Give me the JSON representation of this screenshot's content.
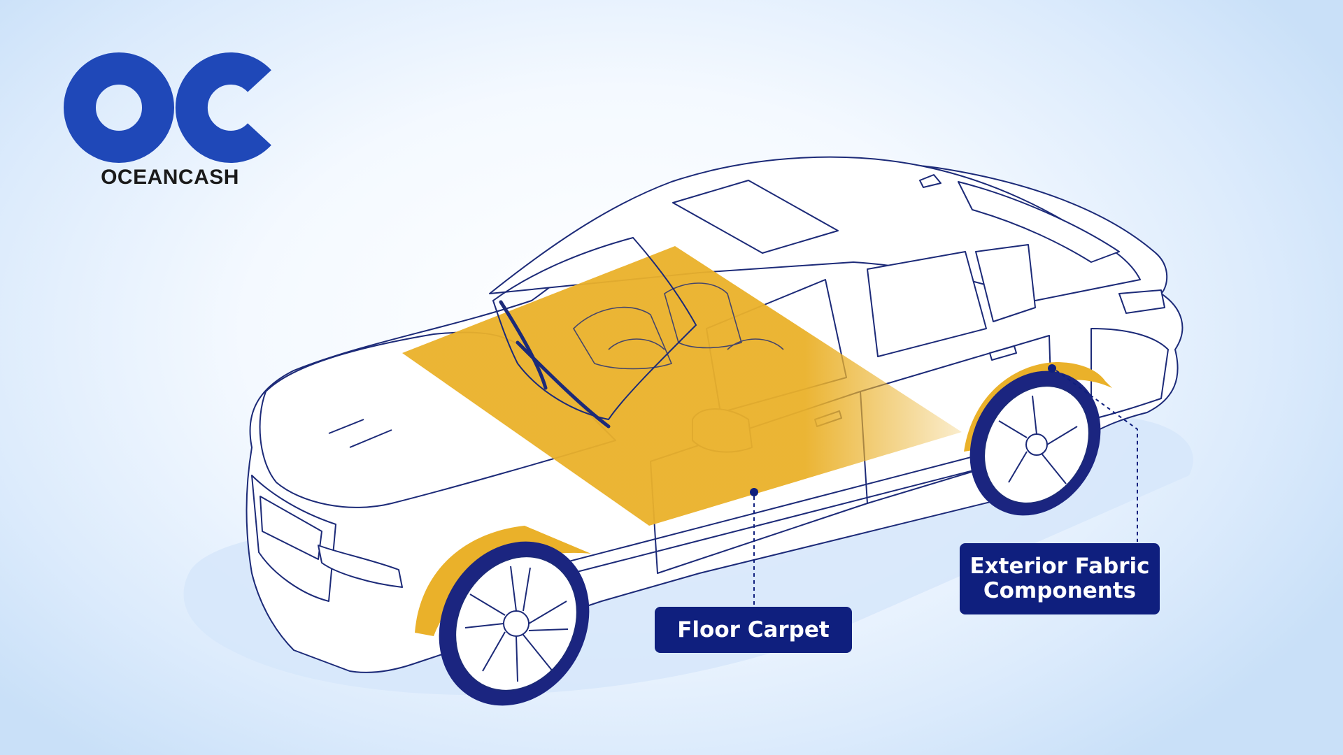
{
  "brand": {
    "logo_monogram": "OC",
    "name": "OCEANCASH"
  },
  "callouts": {
    "floor_carpet": "Floor Carpet",
    "exterior_line1": "Exterior Fabric",
    "exterior_line2": "Components"
  },
  "colors": {
    "brand_blue": "#1f48b8",
    "label_navy": "#0f1f7e",
    "highlight_yellow": "#eab12a",
    "outline": "#1c2a78",
    "tire_navy": "#1b2580"
  },
  "icons": {
    "logo": "oc-monogram-icon",
    "vehicle": "sedan-car-outline"
  }
}
